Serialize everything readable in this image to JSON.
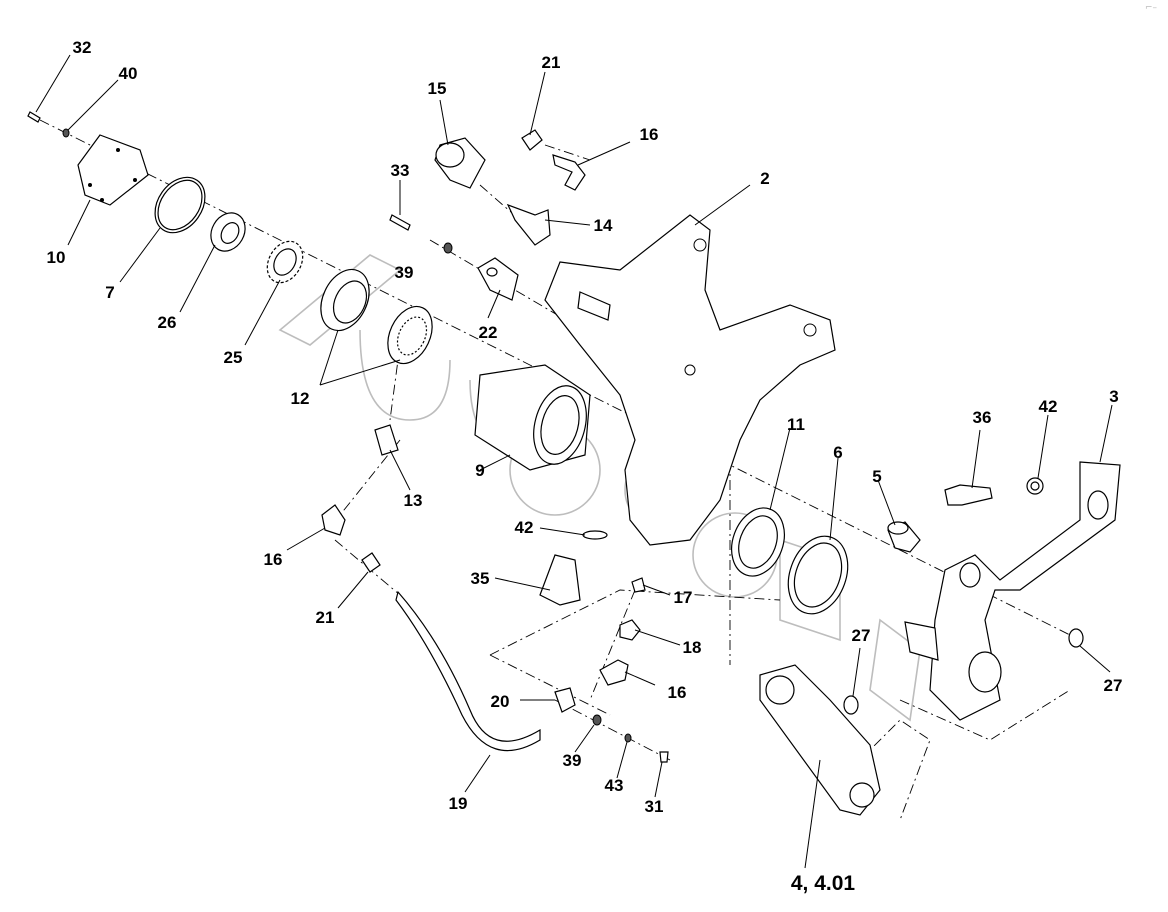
{
  "labels": {
    "l32": "32",
    "l40": "40",
    "l10": "10",
    "l7": "7",
    "l26": "26",
    "l25": "25",
    "l12": "12",
    "l15": "15",
    "l21a": "21",
    "l16a": "16",
    "l33": "33",
    "l39a": "39",
    "l22": "22",
    "l14": "14",
    "l2": "2",
    "l9": "9",
    "l13": "13",
    "l16b": "16",
    "l21b": "21",
    "l42a": "42",
    "l35": "35",
    "l11": "11",
    "l6": "6",
    "l5": "5",
    "l36": "36",
    "l42b": "42",
    "l3": "3",
    "l17": "17",
    "l18": "18",
    "l16c": "16",
    "l27a": "27",
    "l27b": "27",
    "l20": "20",
    "l39b": "39",
    "l43": "43",
    "l31": "31",
    "l19": "19",
    "l4": "4, 4.01"
  },
  "corner_mark": "⌐–",
  "icons": [
    "bolt-icon",
    "washer-icon",
    "cover-plate-icon",
    "o-ring-icon",
    "nut-icon",
    "lock-washer-icon",
    "bearing-icon",
    "cap-icon",
    "elbow-fitting-icon",
    "grease-nipple-icon",
    "clamp-block-icon",
    "bracket-icon",
    "hub-icon",
    "sleeve-icon",
    "pin-icon",
    "seal-ring-icon",
    "bushing-icon",
    "lever-arm-icon",
    "hose-icon",
    "hose-clamp-icon",
    "cylinder-arm-icon"
  ]
}
